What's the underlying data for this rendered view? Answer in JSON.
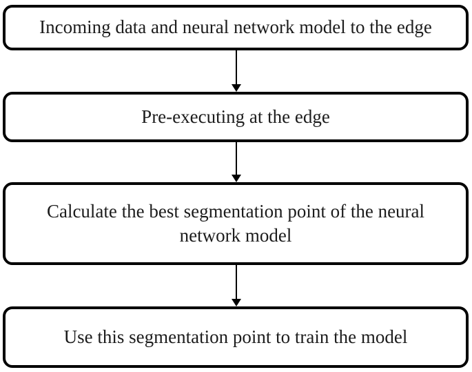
{
  "diagram": {
    "type": "flowchart",
    "orientation": "vertical",
    "steps": [
      {
        "id": 1,
        "label": "Incoming data and neural network model to the edge"
      },
      {
        "id": 2,
        "label": "Pre-executing at the edge"
      },
      {
        "id": 3,
        "label": "Calculate the best segmentation point of the neural network model"
      },
      {
        "id": 4,
        "label": "Use this segmentation point to train the model"
      }
    ],
    "connectors": [
      {
        "from": 1,
        "to": 2,
        "style": "arrow-down"
      },
      {
        "from": 2,
        "to": 3,
        "style": "arrow-down"
      },
      {
        "from": 3,
        "to": 4,
        "style": "arrow-down"
      }
    ],
    "colors": {
      "border": "#000000",
      "text": "#1c1c1c",
      "background": "#ffffff"
    }
  }
}
